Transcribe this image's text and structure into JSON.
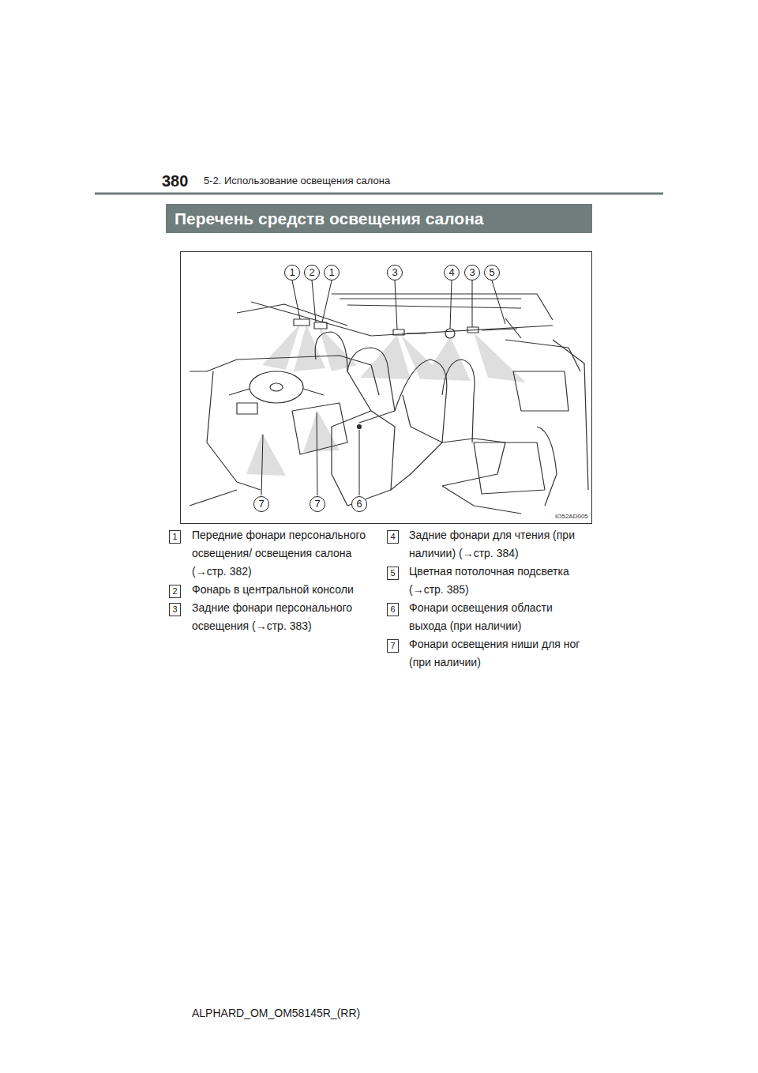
{
  "diagram": {
    "title": "Перечень средств освещения салона",
    "labels": [
      "380",
      "5-2. Использование освещения салона",
      "1",
      "2",
      "1",
      "3",
      "4",
      "3",
      "5",
      "7",
      "7",
      "6",
      "IO52AD005",
      "1",
      "Передние фонари персонального освещения/ освещения салона (→стр. 382)",
      "2",
      "Фонарь в центральной консоли",
      "3",
      "Задние фонари персонального освещения (→стр. 383)",
      "4",
      "Задние фонари для чтения (при наличии) (→стр. 384)",
      "5",
      "Цветная потолочная подсветка (→стр. 385)",
      "6",
      "Фонари освещения области выхода (при наличии)",
      "7",
      "Фонари освещения ниши для ног (при наличии)",
      "ALPHARD_OM_OM58145R_(RR)"
    ]
  }
}
